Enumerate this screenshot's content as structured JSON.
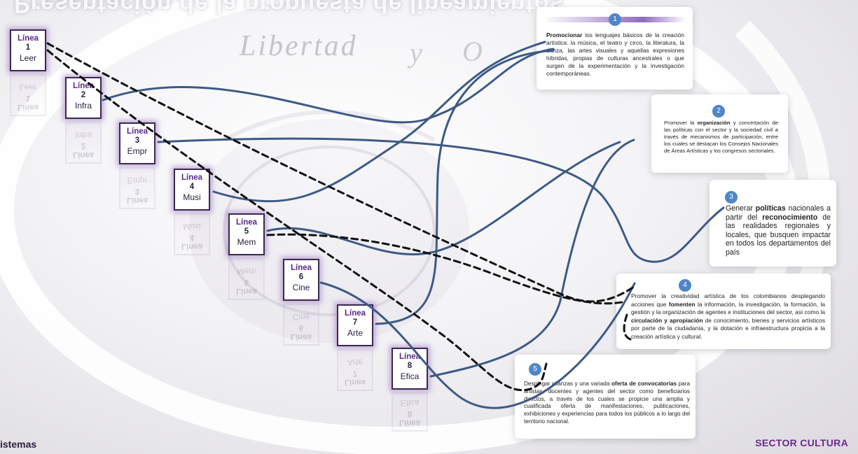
{
  "header_text": "Presentación de la propuesta de lineamientos",
  "watermark": {
    "libertad": "Libertad",
    "y": "y",
    "o": "O"
  },
  "lines": [
    {
      "l1": "Línea",
      "l2": "1",
      "l3": "Leer"
    },
    {
      "l1": "Línea",
      "l2": "2",
      "l3": "Infra"
    },
    {
      "l1": "Línea",
      "l2": "3",
      "l3": "Empr"
    },
    {
      "l1": "Línea",
      "l2": "4",
      "l3": "Musi"
    },
    {
      "l1": "Línea",
      "l2": "5",
      "l3": "Mem"
    },
    {
      "l1": "Línea",
      "l2": "6",
      "l3": "Cine"
    },
    {
      "l1": "Línea",
      "l2": "7",
      "l3": "Arte"
    },
    {
      "l1": "Línea",
      "l2": "8",
      "l3": "Efica"
    }
  ],
  "cards": [
    {
      "num": "1",
      "bold1": "Promocionar",
      "text1": " los lenguajes básicos de la creación artística: la música, el teatro y circo, la literatura, la danza, las artes visuales y aquellas expresiones híbridas, propias de culturas ancestrales o que surgen de la experimentación y la investigación contemporáneas."
    },
    {
      "num": "2",
      "text0": "Promover la ",
      "bold1": "organización",
      "text1": " y concertación de las políticas con el sector y la sociedad civil a través de mecanismos de participación, entre los cuales se destacan los Consejos Nacionales de Áreas Artísticas y los congresos sectoriales."
    },
    {
      "num": "3",
      "text0": "Generar ",
      "bold1": "políticas",
      "text1": " nacionales a partir del ",
      "bold2": "reconocimiento",
      "text2": " de las realidades regionales y locales, que busquen impactar en todos los departamentos del país"
    },
    {
      "num": "4",
      "text0": "Promover la creatividad artística de los colombianos desplegando acciones que ",
      "bold1": "fomenten",
      "text1": " la información, la investigación, la formación, la gestión y la organización de agentes e instituciones del sector, así como la ",
      "bold2": "circulación y apropiación",
      "text2": " de conocimiento, bienes y servicios artísticos por parte de la ciudadanía, y la dotación e infraestructura propicia a la creación artística y cultural."
    },
    {
      "num": "5",
      "text0": "Desplegar alianzas y una variada ",
      "bold1": "oferta de convocatorias",
      "text1": " para artistas, docentes y agentes del sector como beneficiarios directos, a través de los cuales se propicie una amplia y cualificada oferta de manifestaciones, publicaciones, exhibiciones y experiencias para todos los públicos a lo largo del territorio nacional."
    }
  ],
  "footer": {
    "left": "istemas",
    "right": "SECTOR CULTURA"
  },
  "colors": {
    "solid_line": "#3d5a86",
    "dashed_line": "#111111",
    "accent": "#6a2a8a",
    "badge": "#4f86c6"
  }
}
